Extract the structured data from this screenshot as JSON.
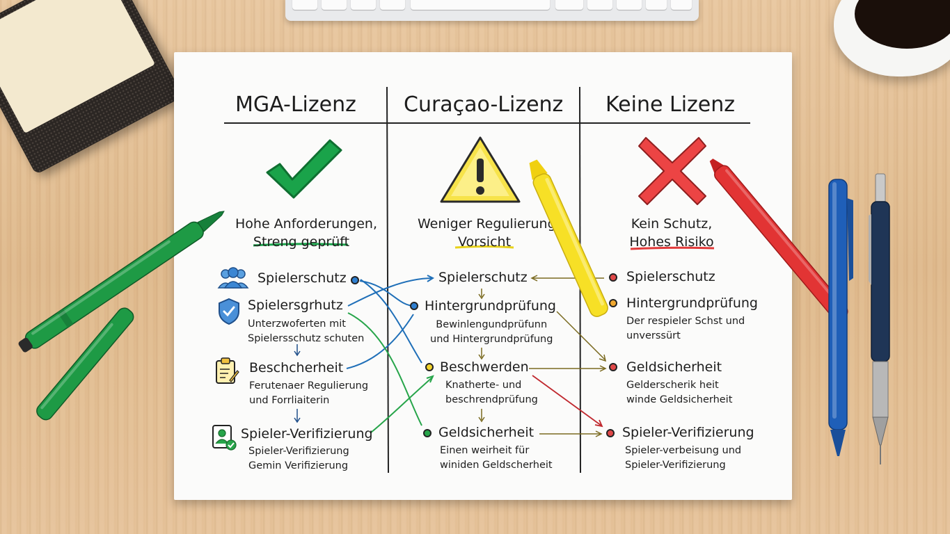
{
  "columns": [
    {
      "title": "MGA-Lizenz",
      "symbol": "check-mark",
      "subtitle_1": "Hohe Anforderungen,",
      "subtitle_2": "Streng geprüft",
      "underline_color": "#1aa34a",
      "items": [
        {
          "label": "Spielerschutz",
          "icon": "people-icon",
          "desc_1": "",
          "desc_2": ""
        },
        {
          "label": "Spielersgrhutz",
          "icon": "shield-icon",
          "desc_1": "Unterzwoferten mit",
          "desc_2": "Spielersschutz schuten"
        },
        {
          "label": "Beschcherheit",
          "icon": "clipboard-icon",
          "desc_1": "Ferutenaer Regulierung",
          "desc_2": "und Forrliaiterin"
        },
        {
          "label": "Spieler-Verifizierung",
          "icon": "verified-user-icon",
          "desc_1": "Spieler-Verifizierung",
          "desc_2": "Gemin Verifizierung"
        }
      ]
    },
    {
      "title": "Curaçao-Lizenz",
      "symbol": "warning-triangle",
      "subtitle_1": "Weniger Regulierung,",
      "subtitle_2": "Vorsicht",
      "underline_color": "#e8d21a",
      "items": [
        {
          "label": "Spielerschutz",
          "dot_color": "#2f7fd0",
          "desc_1": "",
          "desc_2": ""
        },
        {
          "label": "Hintergrundprüfung",
          "dot_color": "#2f7fd0",
          "desc_1": "Bewinlengundprüfunn",
          "desc_2": "und Hintergrundprüfung"
        },
        {
          "label": "Beschwerden",
          "dot_color": "#f2d22a",
          "desc_1": "Knatherte- und",
          "desc_2": "beschrendprüfung"
        },
        {
          "label": "Geldsicherheit",
          "dot_color": "#27a54a",
          "desc_1": "Einen weirheit für",
          "desc_2": "winiden Geldscherheit"
        }
      ]
    },
    {
      "title": "Keine Lizenz",
      "symbol": "red-cross",
      "subtitle_1": "Kein Schutz,",
      "subtitle_2": "Hohes Risiko",
      "underline_color": "#e23a3a",
      "items": [
        {
          "label": "Spielerschutz",
          "dot_color": "#e04848",
          "desc_1": "",
          "desc_2": ""
        },
        {
          "label": "Hintergrundprüfung",
          "dot_color": "#f0a830",
          "desc_1": "Der respieler Schst und",
          "desc_2": "unverssürt"
        },
        {
          "label": "Geldsicherheit",
          "dot_color": "#e04848",
          "desc_1": "Gelderscherik heit",
          "desc_2": "winde Geldsicherheit"
        },
        {
          "label": "Spieler-Verifizierung",
          "dot_color": "#e04848",
          "desc_1": "Spieler-verbeisung und",
          "desc_2": "Spieler-Verifizierung"
        }
      ]
    }
  ],
  "colors": {
    "green": "#1aa34a",
    "yellow": "#f5dd1f",
    "red": "#e8383a",
    "blue": "#1f5fb8",
    "desk": "#e3c096"
  }
}
